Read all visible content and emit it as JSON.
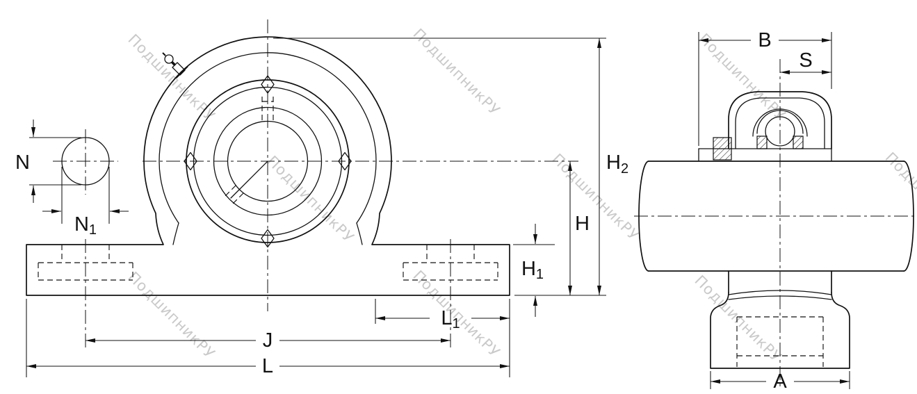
{
  "page": {
    "background": "#ffffff",
    "line_color": "#111111"
  },
  "watermark": {
    "text": "ПодшипникРУ",
    "color": "#c9c9c9",
    "count": 9
  },
  "dims": {
    "N": {
      "base": "N"
    },
    "N1": {
      "base": "N",
      "sub": "1"
    },
    "H2": {
      "base": "H",
      "sub": "2"
    },
    "H": {
      "base": "H"
    },
    "H1": {
      "base": "H",
      "sub": "1"
    },
    "L1": {
      "base": "L",
      "sub": "1"
    },
    "J": {
      "base": "J"
    },
    "L": {
      "base": "L"
    },
    "B": {
      "base": "B"
    },
    "S": {
      "base": "S"
    },
    "A": {
      "base": "A"
    }
  }
}
